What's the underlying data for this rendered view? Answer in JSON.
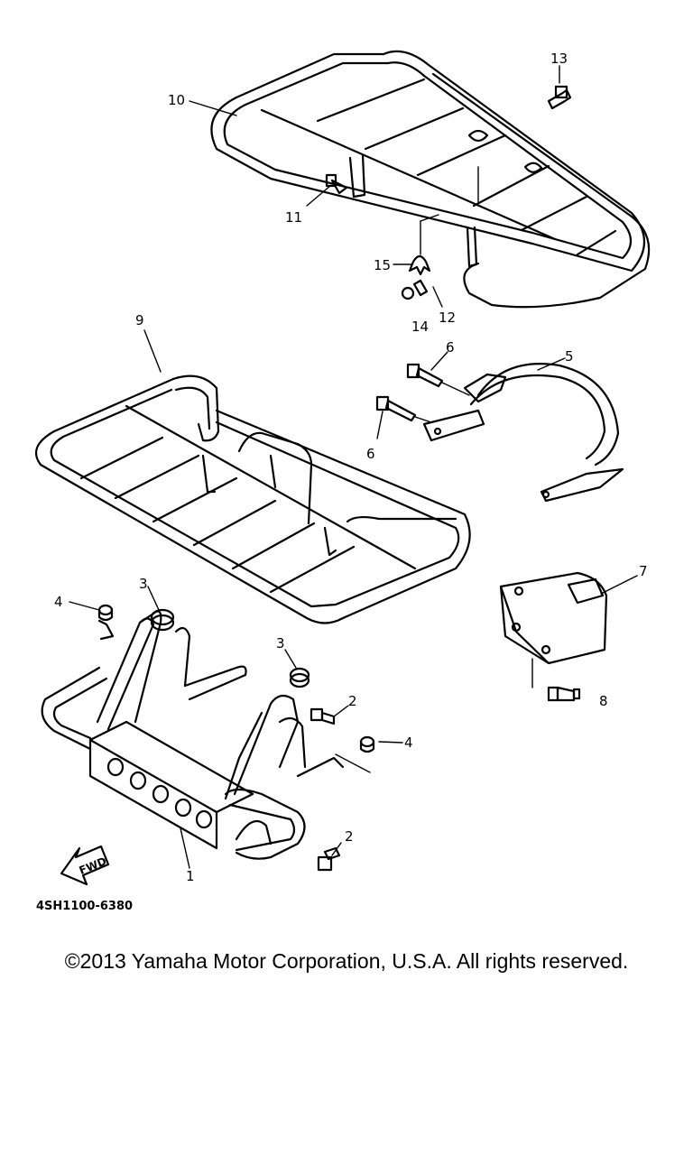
{
  "diagram": {
    "code": "4SH1100-6380",
    "fwd_label": "FWD",
    "callouts": [
      "1",
      "2",
      "2",
      "3",
      "3",
      "4",
      "4",
      "5",
      "6",
      "6",
      "7",
      "8",
      "9",
      "10",
      "11",
      "12",
      "13",
      "14",
      "15"
    ]
  },
  "footer": {
    "copyright": "©2013 Yamaha Motor Corporation, U.S.A. All rights reserved."
  }
}
